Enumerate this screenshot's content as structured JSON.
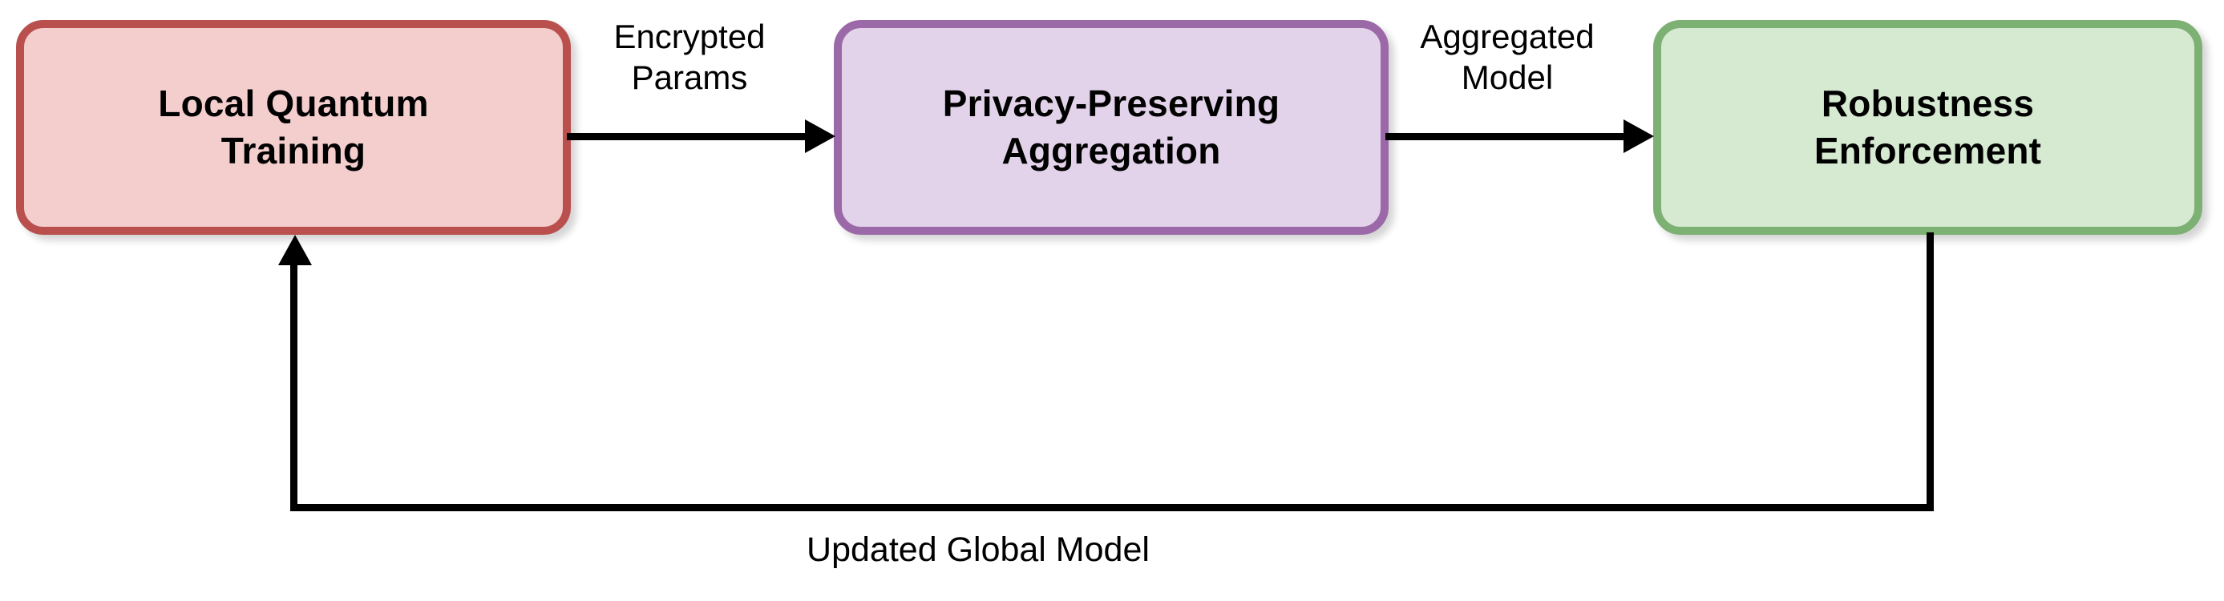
{
  "diagram": {
    "type": "flow-cycle",
    "background_color": "#ffffff",
    "nodes": [
      {
        "id": "local-quantum-training",
        "label": "Local Quantum\nTraining",
        "fill_color": "#f4cdcd",
        "border_color": "#b9504e"
      },
      {
        "id": "privacy-preserving-aggregation",
        "label": "Privacy-Preserving\nAggregation",
        "fill_color": "#e3d3ea",
        "border_color": "#9b68a8"
      },
      {
        "id": "robustness-enforcement",
        "label": "Robustness\nEnforcement",
        "fill_color": "#d6e9d1",
        "border_color": "#7db073"
      }
    ],
    "edges": [
      {
        "id": "encrypted-params",
        "from": "local-quantum-training",
        "to": "privacy-preserving-aggregation",
        "label": "Encrypted\nParams",
        "color": "#000000"
      },
      {
        "id": "aggregated-model",
        "from": "privacy-preserving-aggregation",
        "to": "robustness-enforcement",
        "label": "Aggregated\nModel",
        "color": "#000000"
      },
      {
        "id": "updated-global-model",
        "from": "robustness-enforcement",
        "to": "local-quantum-training",
        "label": "Updated Global Model",
        "color": "#000000"
      }
    ]
  }
}
